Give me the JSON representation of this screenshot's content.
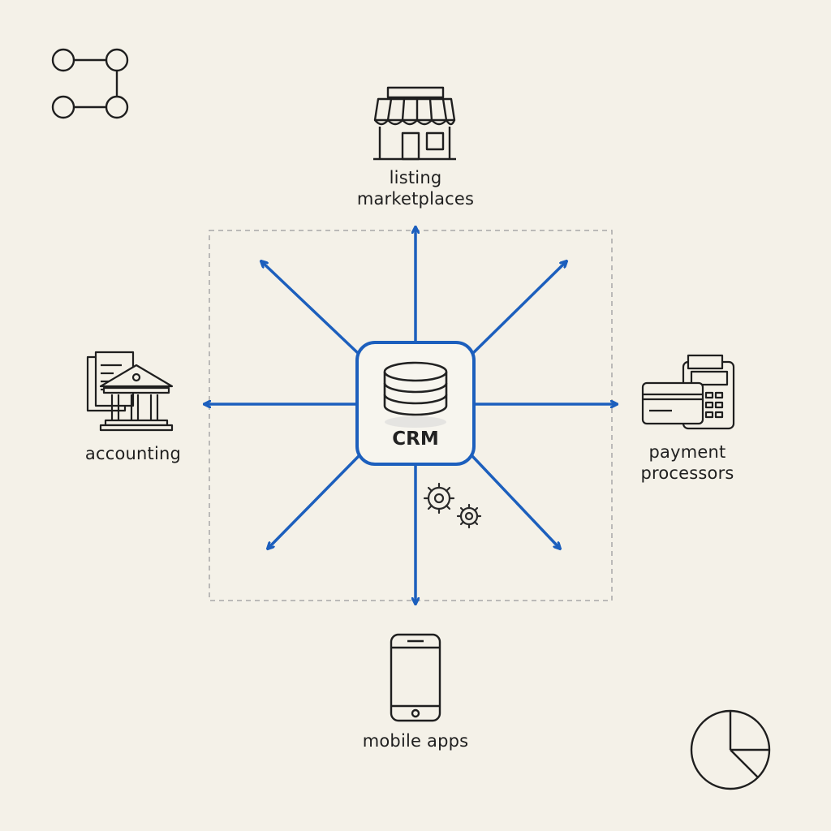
{
  "hub": {
    "label": "CRM",
    "icon": "database-icon"
  },
  "nodes": {
    "top": {
      "lines": [
        "listing",
        "marketplaces"
      ],
      "icon": "storefront-icon"
    },
    "left": {
      "lines": [
        "accounting"
      ],
      "icon": "bank-documents-icon"
    },
    "right": {
      "lines": [
        "payment",
        "processors"
      ],
      "icon": "card-terminal-icon"
    },
    "bottom": {
      "lines": [
        "mobile apps"
      ],
      "icon": "smartphone-icon"
    }
  },
  "decorations": [
    "network-squares-icon",
    "gears-icon",
    "pie-chart-icon"
  ],
  "colors": {
    "background": "#f4f1e8",
    "accent": "#1c5fbd",
    "ink": "#1f1f1f",
    "dashed_box": "#a8a8a8"
  }
}
